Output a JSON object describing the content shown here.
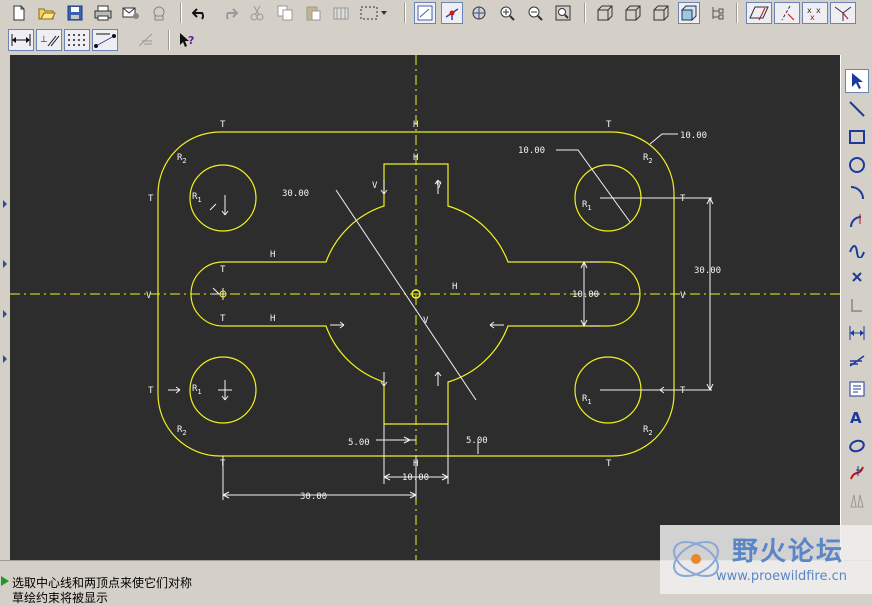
{
  "toolbar_top": {
    "buttons": [
      {
        "name": "new-icon"
      },
      {
        "name": "open-icon"
      },
      {
        "name": "save-icon"
      },
      {
        "name": "print-icon"
      },
      {
        "name": "send-mail-icon"
      },
      {
        "name": "mail-attach-icon"
      },
      {
        "name": "undo-icon"
      },
      {
        "name": "redo-icon"
      },
      {
        "name": "cut-icon"
      },
      {
        "name": "copy-icon"
      },
      {
        "name": "paste-icon"
      },
      {
        "name": "paste-special-icon"
      },
      {
        "name": "select-box-icon"
      },
      {
        "name": "redraw-icon"
      },
      {
        "name": "spin-center-icon"
      },
      {
        "name": "orient-icon"
      },
      {
        "name": "zoom-in-icon"
      },
      {
        "name": "zoom-out-icon"
      },
      {
        "name": "refit-icon"
      },
      {
        "name": "wireframe-icon"
      },
      {
        "name": "hidden-line-icon"
      },
      {
        "name": "no-hidden-icon"
      },
      {
        "name": "shading-icon"
      },
      {
        "name": "model-tree-icon"
      },
      {
        "name": "datum-planes-icon"
      },
      {
        "name": "datum-axes-icon"
      },
      {
        "name": "datum-points-icon"
      },
      {
        "name": "coord-sys-icon"
      }
    ]
  },
  "toolbar_second": {
    "buttons": [
      {
        "name": "display-dims-icon"
      },
      {
        "name": "display-constraints-icon"
      },
      {
        "name": "display-grid-icon"
      },
      {
        "name": "display-vertices-icon"
      },
      {
        "name": "sketch-diagnostics-icon"
      },
      {
        "name": "whats-this-help-icon",
        "label": "?"
      }
    ]
  },
  "right_toolbar": {
    "tools": [
      {
        "name": "select-tool-icon"
      },
      {
        "name": "line-tool-icon"
      },
      {
        "name": "rectangle-tool-icon"
      },
      {
        "name": "circle-tool-icon"
      },
      {
        "name": "arc-tool-icon"
      },
      {
        "name": "fillet-tool-icon"
      },
      {
        "name": "spline-tool-icon"
      },
      {
        "name": "point-tool-icon"
      },
      {
        "name": "use-edge-icon"
      },
      {
        "name": "dimension-tool-icon"
      },
      {
        "name": "modify-tool-icon"
      },
      {
        "name": "constraint-tool-icon"
      },
      {
        "name": "text-tool-icon"
      },
      {
        "name": "palette-tool-icon"
      },
      {
        "name": "trim-tool-icon"
      },
      {
        "name": "mirror-tool-icon"
      }
    ]
  },
  "sketch": {
    "dimensions": {
      "d_10_corner": "10.00",
      "d_10_hole": "10.00",
      "d_30_diag": "30.00",
      "d_30_right": "30.00",
      "d_10_slot": "10.00",
      "d_5_left": "5.00",
      "d_5_right": "5.00",
      "d_10_bottom": "10.00",
      "d_30_bottom": "30.00"
    },
    "constraint_labels": {
      "T": "T",
      "H": "H",
      "V": "V",
      "R1": "R",
      "R2": "R",
      "sub1": "1",
      "sub2": "2"
    }
  },
  "status": {
    "message": "选取中心线和两顶点来使它们对称",
    "message2": "草绘约束将被显示"
  },
  "watermark": {
    "title": "野火论坛",
    "url": "www.proewildfire.cn"
  },
  "colors": {
    "canvas_bg": "#2d2d2d",
    "geometry": "#f0f020",
    "dimension": "#f2f2f2",
    "accent": "#1e9a2a"
  }
}
